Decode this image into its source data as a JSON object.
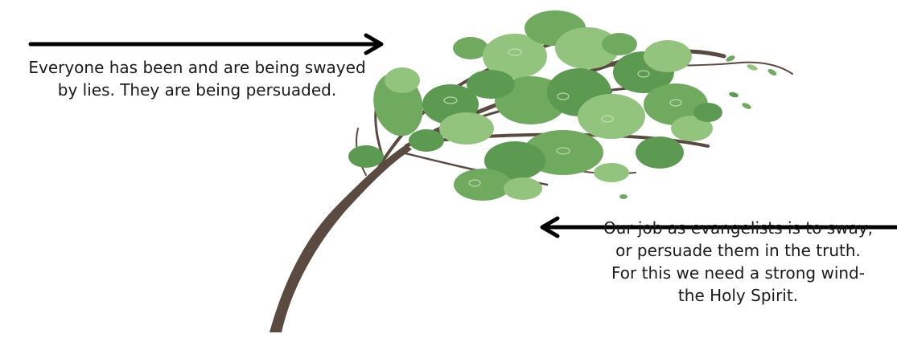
{
  "captions": {
    "left": {
      "line1": "Everyone has been and are being swayed",
      "line2": "by lies. They are being persuaded."
    },
    "right": {
      "line1": "Our job as evangelists is to sway,",
      "line2": "or persuade them in the truth.",
      "line3": "For this we need a strong wind-",
      "line4": "the Holy Spirit."
    }
  },
  "arrows": [
    {
      "name": "right-pointing-arrow",
      "direction": "right"
    },
    {
      "name": "left-pointing-arrow",
      "direction": "left"
    }
  ],
  "illustration": {
    "name": "wind-blown-tree",
    "colors": {
      "trunk": "#5b4a40",
      "leaf_dark": "#5c9a52",
      "leaf_mid": "#6faa5f",
      "leaf_light": "#93c47d"
    }
  },
  "colors": {
    "arrow": "#000000",
    "text": "#1a1a1a",
    "background": "#ffffff"
  }
}
